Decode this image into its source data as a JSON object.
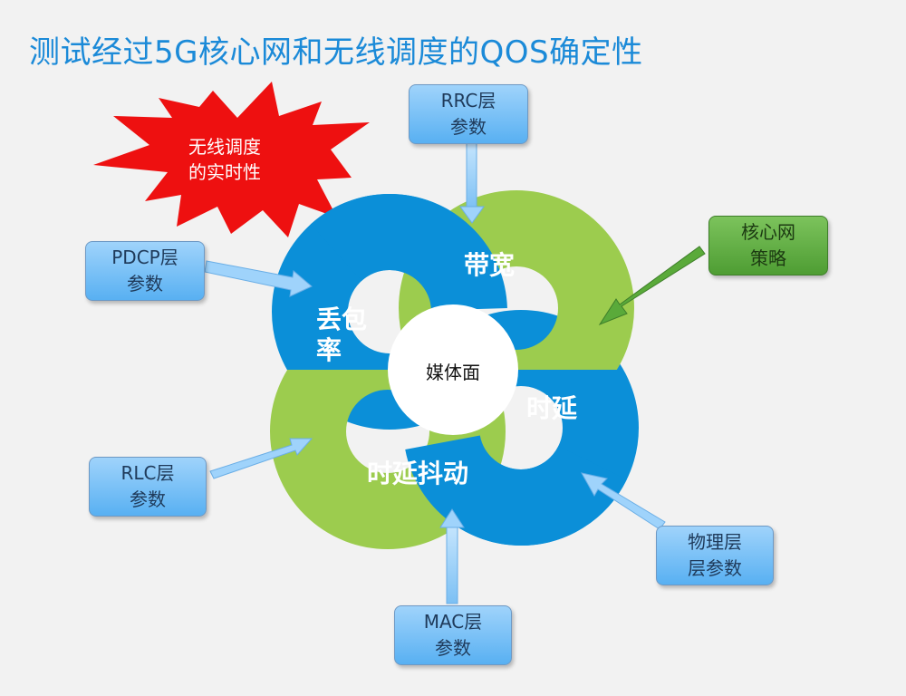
{
  "title": "测试经过5G核心网和无线调度的QOS确定性",
  "burst": {
    "line1": "无线调度",
    "line2": "的实时性"
  },
  "center": "媒体面",
  "segments": {
    "bandwidth": "带宽",
    "packet_loss_1": "丢包",
    "packet_loss_2": "率",
    "latency": "时延",
    "jitter": "时延抖动"
  },
  "boxes": {
    "rrc": {
      "line1": "RRC层",
      "line2": "参数"
    },
    "pdcp": {
      "line1": "PDCP层",
      "line2": "参数"
    },
    "core": {
      "line1": "核心网",
      "line2": "策略"
    },
    "rlc": {
      "line1": "RLC层",
      "line2": "参数"
    },
    "mac": {
      "line1": "MAC层",
      "line2": "参数"
    },
    "phy": {
      "line1": "物理层",
      "line2": "层参数"
    }
  },
  "colors": {
    "title": "#1b8ad8",
    "blue_ring": "#0b8fd8",
    "green_ring": "#9ccc4e",
    "burst": "#ee1010",
    "arrow": "#9fd3fb",
    "core_arrow": "#5aaa3a"
  }
}
